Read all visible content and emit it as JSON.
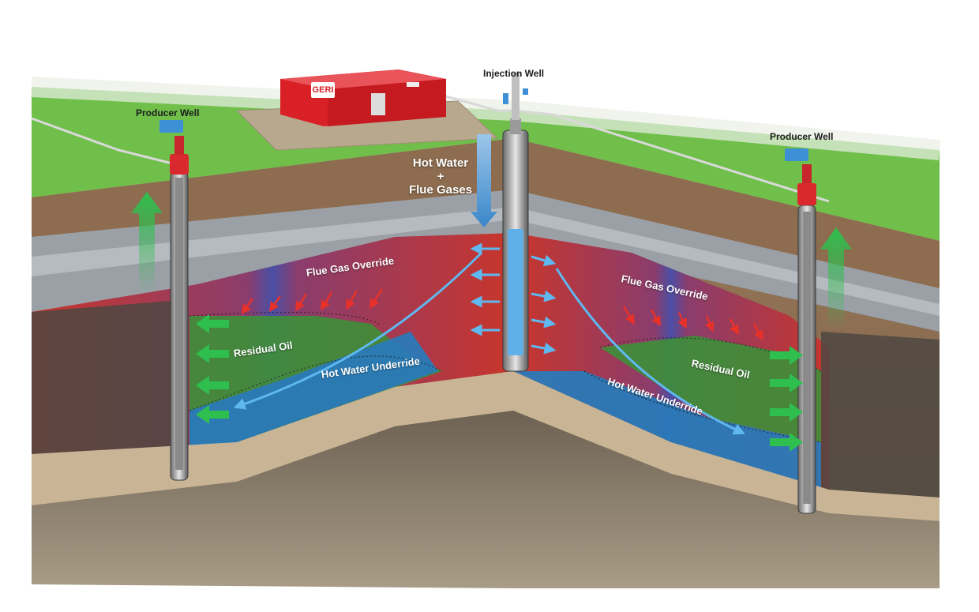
{
  "labels": {
    "injection_well": "Injection Well",
    "producer_well_left": "Producer Well",
    "producer_well_right": "Producer Well",
    "hot_water": "Hot Water",
    "plus": "+",
    "flue_gases": "Flue Gases",
    "flue_gas_override_left": "Flue Gas Override",
    "flue_gas_override_right": "Flue Gas Override",
    "residual_oil_left": "Residual Oil",
    "residual_oil_right": "Residual Oil",
    "hot_water_underride_left": "Hot Water Underride",
    "hot_water_underride_right": "Hot Water Underride"
  },
  "building": {
    "logo_text": "GERI"
  },
  "colors": {
    "grass": "#6fbf4a",
    "soil": "#8a6a4d",
    "flue_gas_zone": "#d6342a",
    "residual_oil_zone": "#3e8f3a",
    "hot_water_zone": "#2a79b8",
    "production_arrow": "#2fbf4f",
    "override_arrow": "#e8312a",
    "injection_arrow": "#6fa8dc",
    "wellhead": "#d9292f",
    "wellhead_cap": "#3d8fd6",
    "building": "#d92027"
  }
}
